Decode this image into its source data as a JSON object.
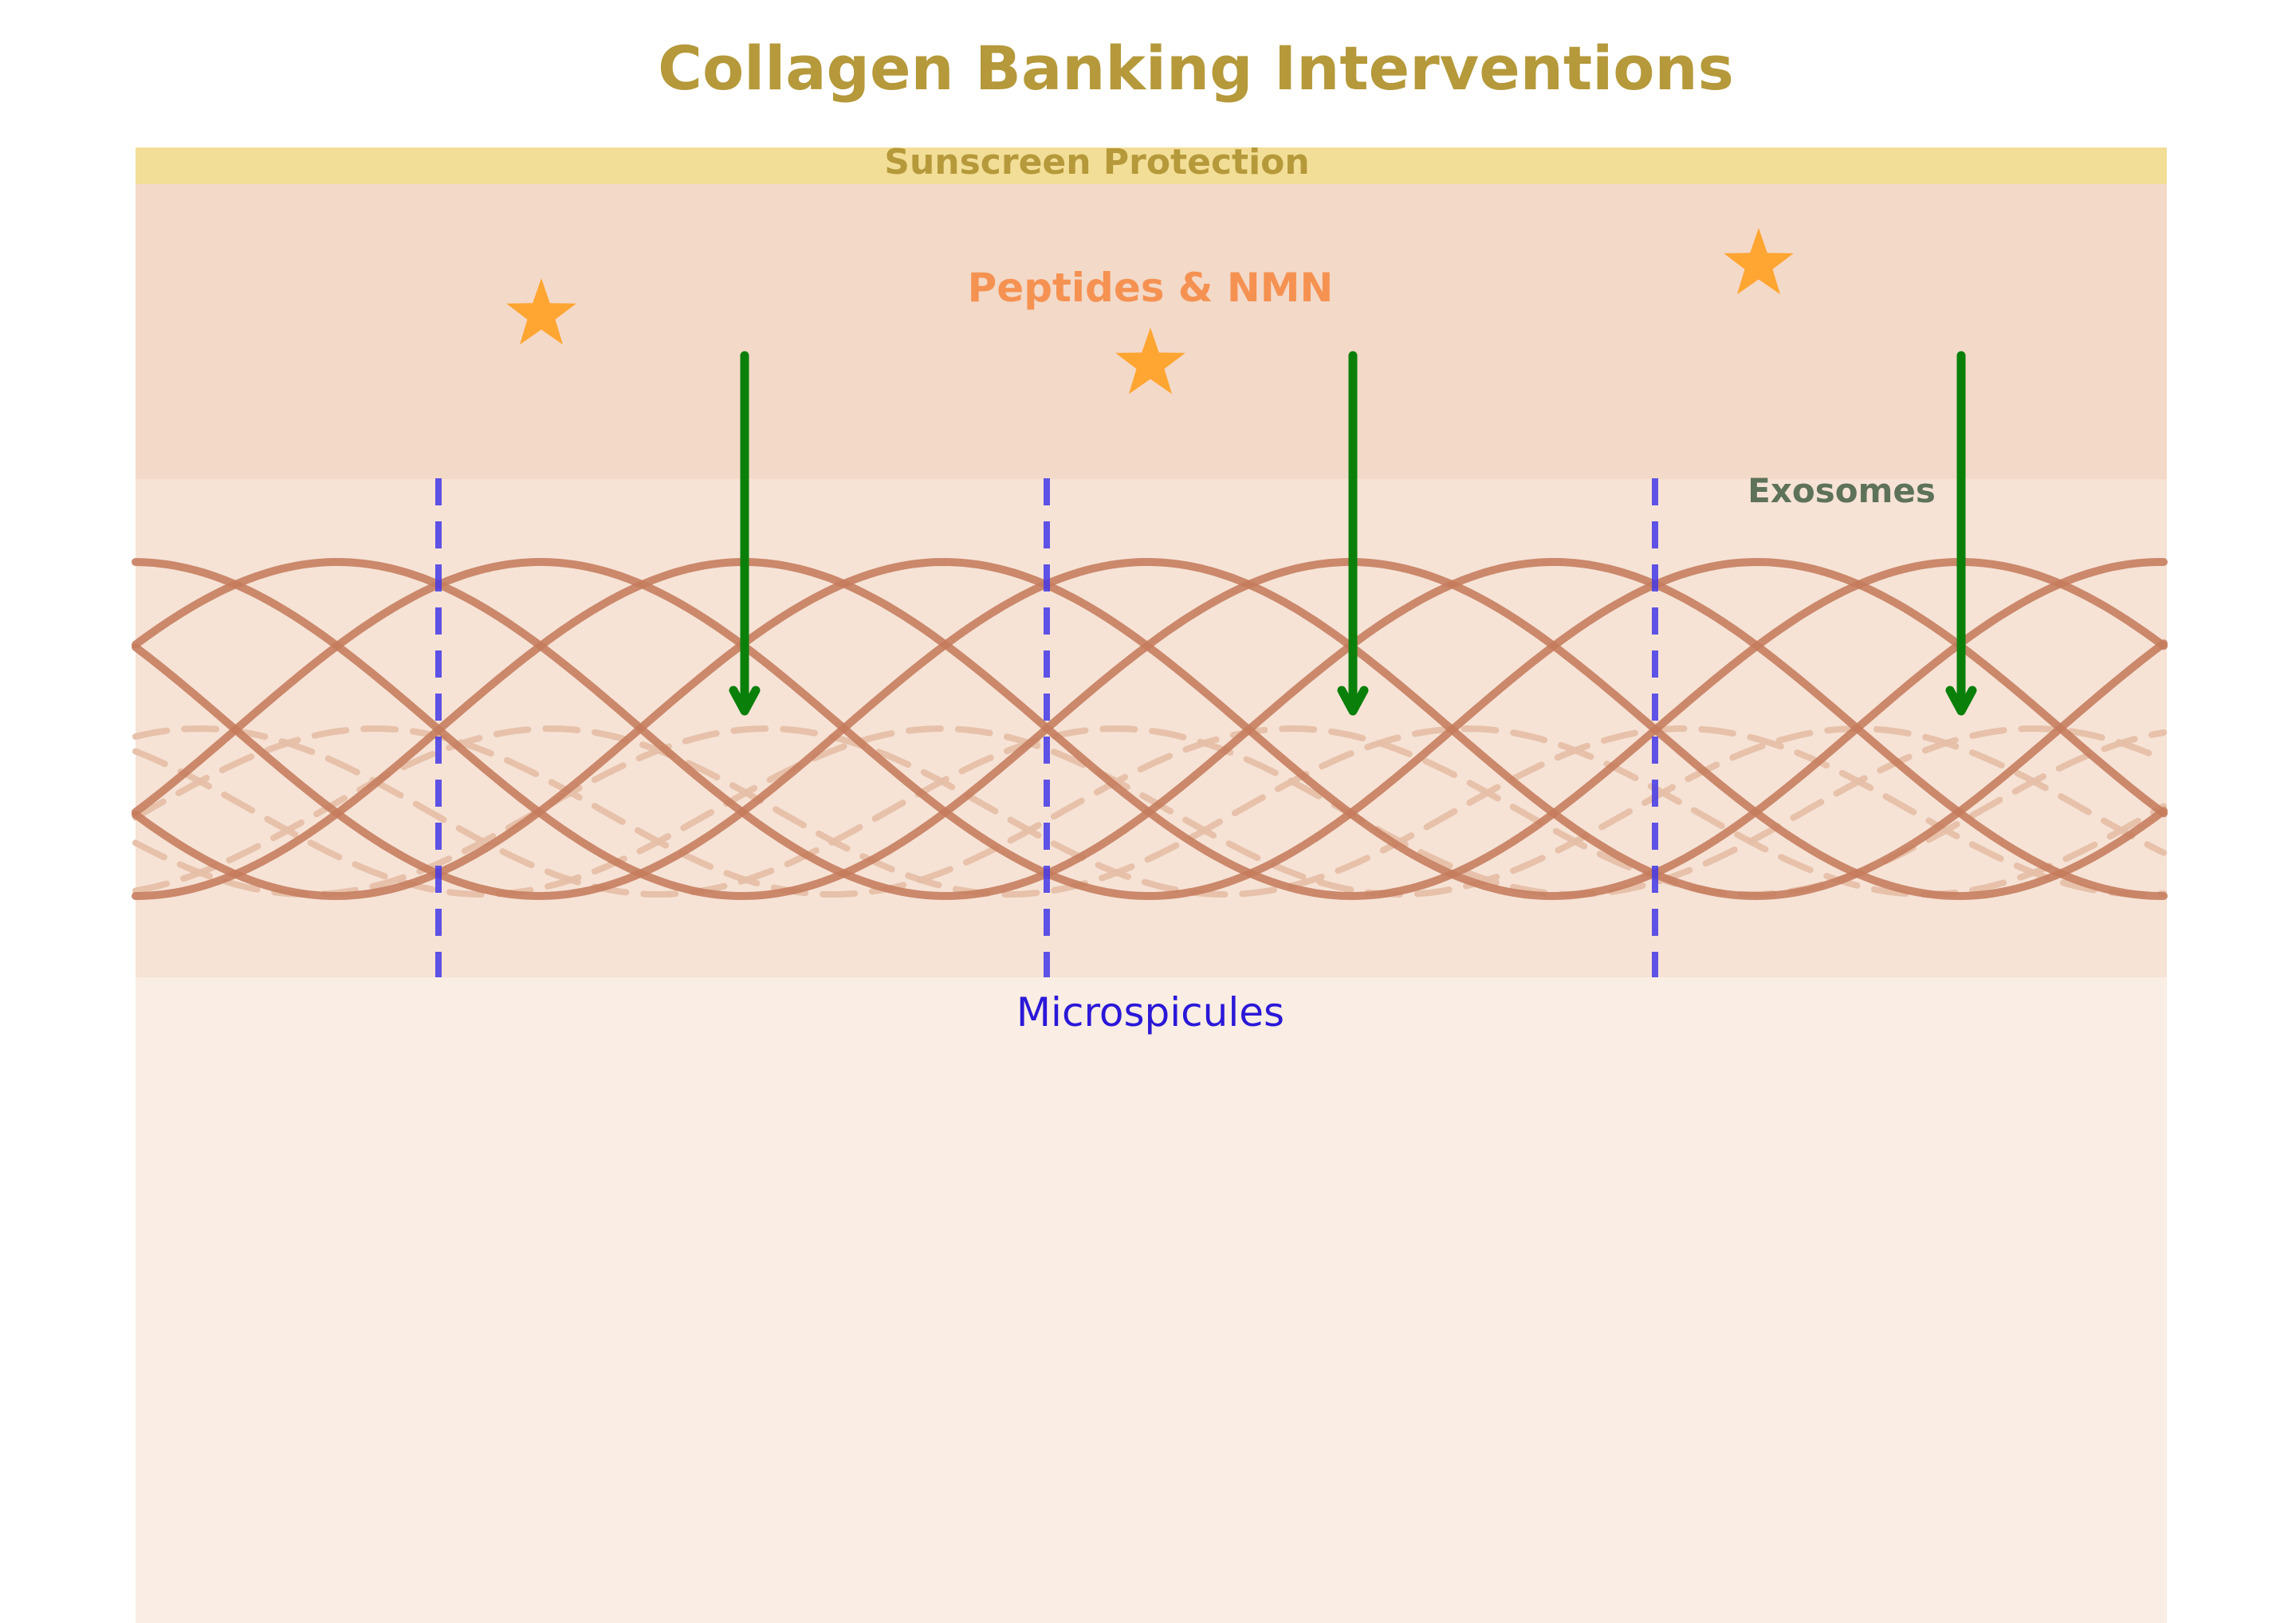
{
  "title": "Collagen Banking Interventions",
  "labels": {
    "sunscreen": "Sunscreen Protection",
    "peptides": "Peptides & NMN",
    "exosomes": "Exosomes",
    "microspicules": "Microspicules"
  },
  "colors": {
    "title": "#b5993a",
    "sunscreen_band": "#f3de97",
    "sunscreen_text": "#b5993a",
    "epidermis": "#f3d9c8",
    "dermis": "#f6e3d6",
    "lower_dermis": "#faede3",
    "collagen_solid": "#c57b5c",
    "collagen_dashed": "#e6bfa8",
    "peptides_text": "#f59252",
    "star": "#ffa531",
    "exosome_arrow": "#0a800a",
    "exosomes_text": "#5d7259",
    "microspicule_line": "#4438e8",
    "microspicules_text": "#2a18d8"
  },
  "icons": {
    "star": "star-icon",
    "arrow": "arrow-down-icon"
  }
}
